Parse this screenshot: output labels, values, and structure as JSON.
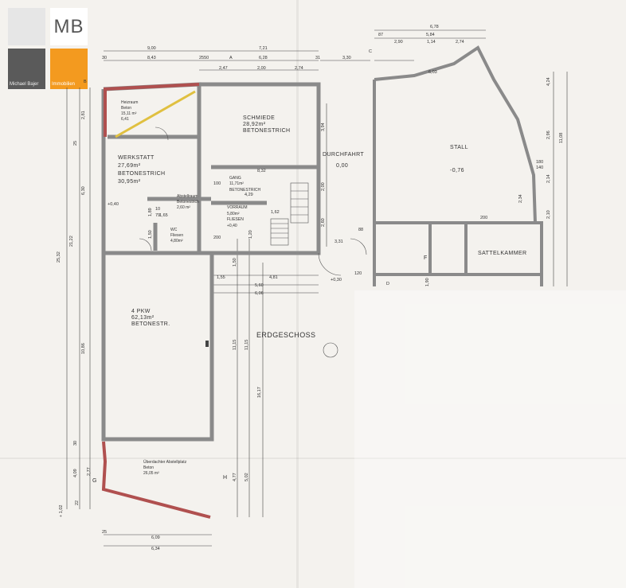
{
  "logo": {
    "initials": "MB",
    "name": "Michael Bajer",
    "company": "Immobilien",
    "accent": "#f39a1f",
    "gray": "#5a5a5a"
  },
  "plan": {
    "floor_label": "ERDGESCHOSS",
    "rooms": {
      "schmiede_name": "SCHMIEDE",
      "schmiede_area": "28,92m²",
      "schmiede_floor": "BETONESTRICH",
      "werkstatt_name": "WERKSTATT",
      "werkstatt_area": "27,69m²",
      "werkstatt_floor": "BETONESTRICH",
      "werkstatt_area2": "30,95m²",
      "durchfahrt_name": "DURCHFAHRT",
      "durchfahrt_level": "0,00",
      "stall_name": "STALL",
      "stall_level": "-0,76",
      "sattelkammer_name": "SATTELKAMMER",
      "garage_name": "4 PKW",
      "garage_area": "62,13m²",
      "garage_floor": "BETONESTR.",
      "gang_name": "GANG",
      "gang_area": "11,71m²",
      "gang_floor": "BETONESTRICH",
      "vorraum_name": "VORRAUM",
      "vorraum_area": "5,80m²",
      "vorraum_floor": "FLIESEN",
      "vorraum_level": "+0,40",
      "abstell_name": "Abstellraum",
      "abstell_floor": "Betonestrich",
      "abstell_area": "2,60 m²",
      "wc_name": "WC",
      "wc_floor": "Fliesen",
      "wc_area": "4,80m²",
      "heiz_name": "Heizraum",
      "heiz_floor": "Beton",
      "heiz_area": "15,11 m²",
      "heiz_area2": "6,41",
      "ueber_name": "Überdachter Abstellplatz",
      "ueber_floor": "Beton",
      "ueber_area": "26,05 m²",
      "f_label": "F"
    },
    "dims_top": {
      "d900": "9,00",
      "d721": "7,21",
      "d678": "6,78",
      "d584": "5,84",
      "d87": "87",
      "d290": "2,90",
      "d114": "1,14",
      "d274a": "2,74",
      "d30": "30",
      "d843": "8,43",
      "d2550": "2550",
      "d628": "6,28",
      "d31": "31",
      "d330": "3,30",
      "d247": "2,47",
      "d200": "2,00",
      "d274b": "2,74",
      "d603": "6,03",
      "dA": "A",
      "dC": "C",
      "dB": "B"
    },
    "dims_left": {
      "l2532": "25,32",
      "l2122": "21,22",
      "l630": "6,30",
      "l281": "2,81",
      "l1086": "10,86",
      "l409": "4,09",
      "l102": "+ 1,02",
      "l277": "2,77",
      "l22": "22",
      "l25": "25",
      "l30": "30",
      "l1115a": "11,15",
      "l1115b": "11,15",
      "l1617": "16,17",
      "l477": "4,77",
      "l502": "5,02"
    },
    "dims_mid": {
      "m832": "8,32",
      "m429": "4,29",
      "m162": "1,62",
      "m200": "2,00",
      "m260": "2,60",
      "m331": "3,31",
      "m155": "1,55",
      "m560": "5,60",
      "m481": "4,81",
      "m606": "6,06",
      "m030": "+0,30",
      "m394": "3,94",
      "m040": "+0,40",
      "m100": "100",
      "m200b": "200",
      "m10": "10",
      "m79": "79",
      "m165": "1,65",
      "m189": "1,89",
      "m150": "1,50",
      "m120": "1,20",
      "m150b": "1,50",
      "m88": "88",
      "m120b": "120"
    },
    "dims_right": {
      "r424": "4,24",
      "r1108": "11,08",
      "r296": "2,96",
      "r214": "2,14",
      "r234": "2,34",
      "r210": "2,10",
      "r180": "180",
      "r140": "140",
      "r200": "200",
      "r190": "1,90",
      "rD": "D"
    },
    "dims_bottom": {
      "b25": "25",
      "b609": "6,09",
      "b634": "6,34",
      "bG": "G",
      "bH": "H"
    },
    "colors": {
      "wall": "#8a8a8a",
      "red_wall": "#b0504f",
      "yellow": "#e0c040",
      "line": "#444444"
    }
  }
}
